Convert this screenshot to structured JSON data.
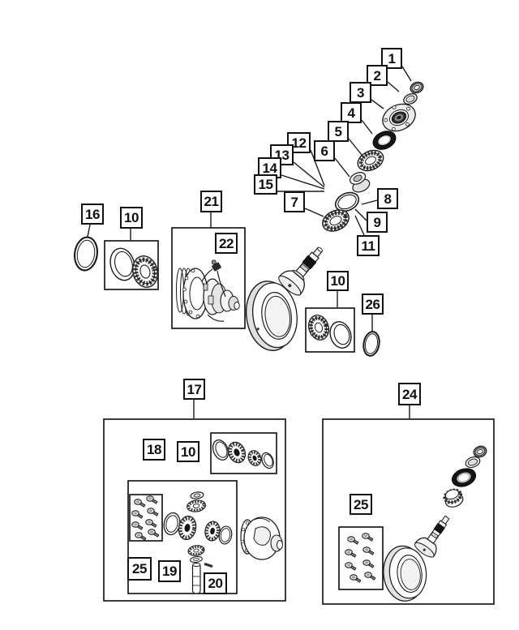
{
  "diagram_title": "",
  "colors": {
    "ink": "#1a1a1a",
    "paper": "#ffffff"
  },
  "callouts": {
    "c1": "1",
    "c2": "2",
    "c3": "3",
    "c4": "4",
    "c5": "5",
    "c6": "6",
    "c7": "7",
    "c8": "8",
    "c9": "9",
    "c11": "11",
    "c12": "12",
    "c13": "13",
    "c14": "14",
    "c15": "15",
    "c16": "16",
    "c10a": "10",
    "c10b": "10",
    "c10c": "10",
    "c17": "17",
    "c18": "18",
    "c19": "19",
    "c20": "20",
    "c21": "21",
    "c22": "22",
    "c24": "24",
    "c25a": "25",
    "c25b": "25",
    "c26": "26"
  },
  "part_icons": [
    "pinion-nut",
    "flange-washer",
    "pinion-flange",
    "pinion-oil-seal",
    "front-pinion-bearing",
    "collapsible-spacer",
    "rear-pinion-bearing",
    "pinion-depth-shim",
    "drive-pinion-gear",
    "ring-gear",
    "differential-assembly",
    "speed-sensor",
    "axle-snap-ring",
    "differential-bearing-kit",
    "differential-case",
    "pinion-mate-shaft",
    "roll-pin",
    "ring-gear-bolt-kit",
    "side-gear",
    "pinion-mate-gear",
    "thrust-washer",
    "o-ring-seal"
  ]
}
